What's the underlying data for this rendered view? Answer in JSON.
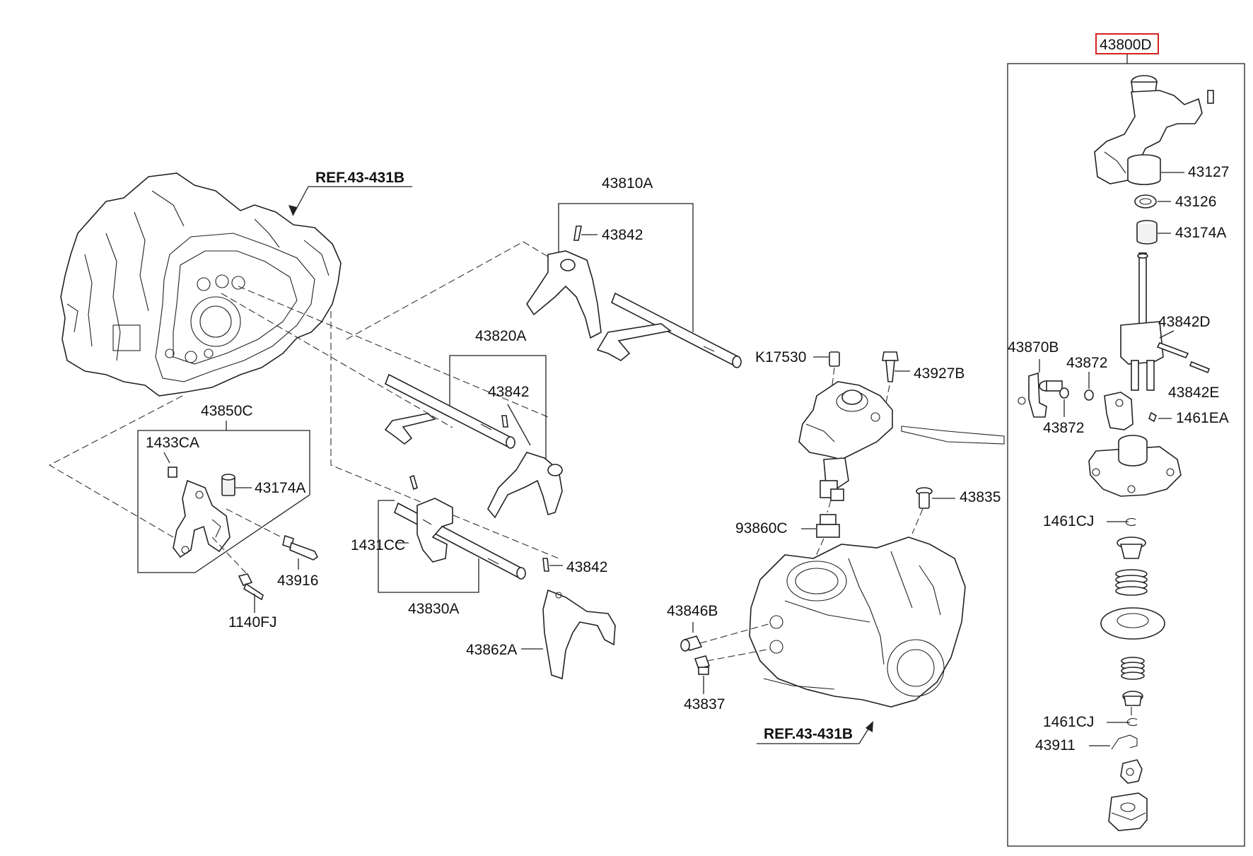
{
  "labels": {
    "assembly": "43800D",
    "ref_top": "REF.43-431B",
    "ref_bottom": "REF.43-431B",
    "p43810A": "43810A",
    "p43842_a": "43842",
    "p43820A": "43820A",
    "p43842_b": "43842",
    "p43850C": "43850C",
    "p1433CA": "1433CA",
    "p43174A_left": "43174A",
    "p43916": "43916",
    "p1140FJ": "1140FJ",
    "p1431CC": "1431CC",
    "p43830A": "43830A",
    "p43842_c": "43842",
    "p43862A": "43862A",
    "pK17530": "K17530",
    "p43927B": "43927B",
    "p93860C": "93860C",
    "p43835": "43835",
    "p43846B": "43846B",
    "p43837": "43837",
    "p43127": "43127",
    "p43126": "43126",
    "p43174A_right": "43174A",
    "p43842D": "43842D",
    "p43842E": "43842E",
    "p43870B": "43870B",
    "p43872_a": "43872",
    "p43872_b": "43872",
    "p1461EA": "1461EA",
    "p1461CJ_a": "1461CJ",
    "p1461CJ_b": "1461CJ",
    "p43911": "43911"
  },
  "colors": {
    "highlight_box": "#d42020",
    "line": "#222222"
  }
}
